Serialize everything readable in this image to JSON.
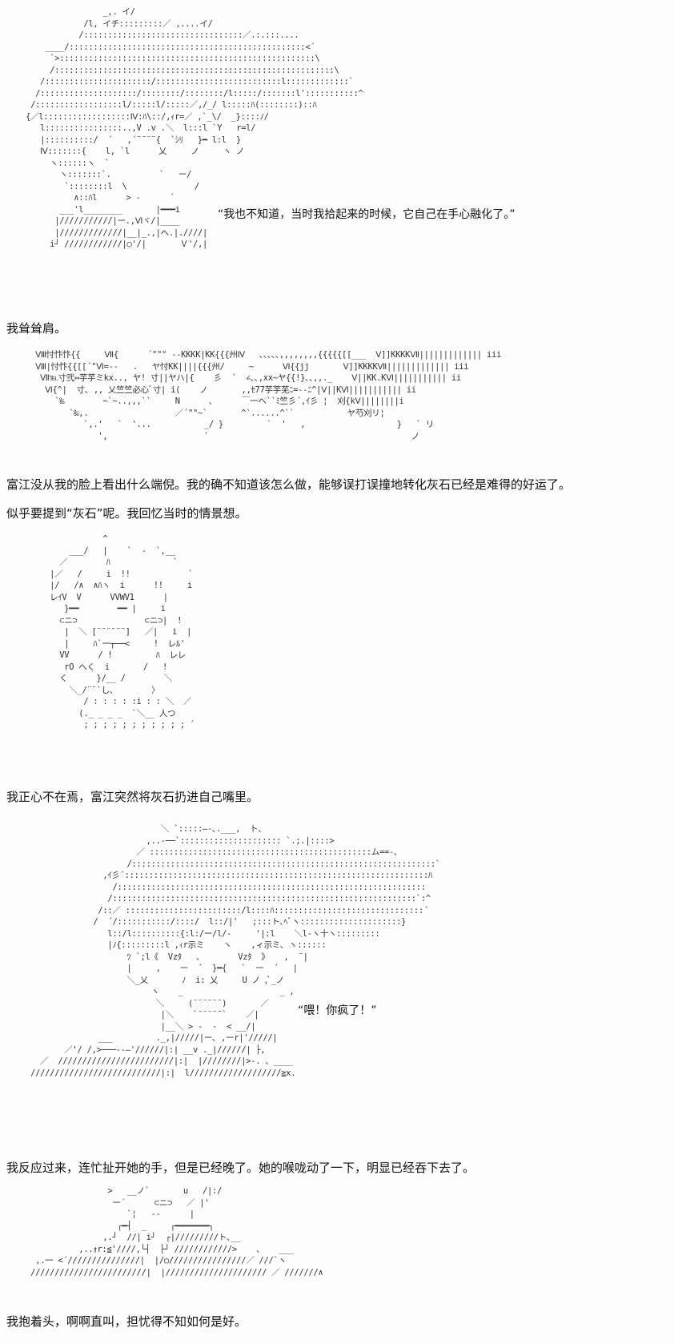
{
  "panels": [
    {
      "art": "                   _,. イ/\n               /l, イチ:::::::::／ ,....イ/\n              /:::::::::::::::::::::::::::::::::／.:.:::....\n       ____/:::::::::::::::::::::::::::::::::::::::::::::::::<´\n        `>:::::::::::::::::::::::::::::::::::::::::::::::::::::\\\n        /::::::::::::::::::::::::::::::::::::::::::::::::::::::::::\\\n      /::::::::::::::::::::::/::::::::::::::::::::::::::l:::::::::::::`\n     /::::::::::::::::::::/::::::::/::::::::/l:::::/:::::::l':::::::::::^\n    /::::::::::::::::::l/:::::l/:::::／,/_/ l:::::ﾊ(::::::::)::ﾊ\n   {／l::::::::::::::::::Ⅳ:ﾊ\\::/,ｨr=／ ,`_\\/  _}::::ﾉ/\n      l::::::::::::::::..,V .v .＼  l:::l `Y   r=l/\n      |::::::::::/  ´   ,´¨¨¨¨{  `ｼﾘ   }━ l:l  }\n      Ⅳ:::::::{    l, `l      乂     ノ     ヽ ノ\n        ヽ::::::ヽ  `\n          ヽ:::::::`.          `   ー/\n           `::::::::l  \\              /\n             ∧::ﾊl      > -      ´\n          ___'l________       |━━━i\n         |///////////|ー.,Ⅵヾ/|____\n         |/////////////|__|_.,|ヘ.|.////|\n        i┘ ////////////|○'/|       Ｖ'/,|",
      "bubble": "“我也不知道，当时我拾起来的时候，它自己在手心融化了。”",
      "lines": [
        "我耸耸肩。"
      ]
    },
    {
      "art": "     Ⅷ忖忭忭{{     Ⅶ{      ´\"\"\" --KKKK|KK{{{州Ⅳ   ､､､､､,,,,,,,,{{{{{[[___  Ⅴ]]KKKKⅦ||||||||||||| iii\n     Ⅷ|忖忭{{[[´\"Ⅵ=--   .   ヤ忖KK||||{{{州/     ~      Ⅵ{{jj       Ⅴ]]KKKKⅦ||||||||||||| iii\n      Ⅶ℡寸弐⇔芋芋ミkx.., ヤ! 寸||ヤハ|{    彡  ´  ∠､､,xx~ヤ{{!}､､,,._    Ⅴ||KK.KⅥ||||||||||| ii\n       Ⅵ{^|  寸､ ,, 乂竺竺必心ﾞ寸| i(    ノ       ,,ｾ77芋芋芜ﾆ=--ﾆ^|Ⅴ||KⅥ||||||||||| ii\n         `‰        ~`~..,,,``     N      ､      ￣一ヘ``ﾐ竺彡´,ｲ彡 ¦  刈{kⅤ||||||||i\n            `‰,.                  ／´\"\"~`       ^`......^``           ヤ芍刈リ¦\n               `,.'   `  '...           _/ }         `  '   ,                   }   ` リ\n                  ',                    `                                          ノ",
      "lines": [
        "富江没从我的脸上看出什么端倪。我的确不知道该怎么做，能够误打误撞地转化灰石已经是难得的好运了。",
        "似乎要提到“灰石”呢。我回忆当时的情景想。"
      ]
    },
    {
      "art": "                   ^\n            ___/   |    `  -  `,__\n          ／        ﾊ             `\n        |／   /     i  !!            `\n        |/   /∧  ∧ﾊヽ  i      !!     i\n        レｲV  V      VVWV1      |\n           }━━        ━━ |     i\n          ⊂ニ⊃              ⊂ニ⊃|  !\n           |  ＼ [¨¨¨¨¨¨]   ／|   i  |\n           |     ﾊ`ー┬──<     !  レﾙ'\n          VV      / !         ﾊ  レレ\n           rO へく  i       /   !\n          く      }/__ /        ＼\n            ＼_/¨¨`し、       〉\n               / : : : : :i : : ＼  ／\n              (._ _ _ _  `＼__ 人つ\n               ; ; ; ; ; ; ; ; ; ; ; ´",
      "lines": [
        "我正心不在焉，富江突然将灰石扔进自己嘴里。"
      ]
    },
    {
      "art": "                               ＼ `:::::―-､.___,  ト､\n                            ,..-──`::::::::::::::::::::: `.;.|::::>\n                          ／ ::::::::::::::::::::::::::::::::::::::::::::::ム==-､\n                        /:::::::::::::::::::::::::::::::::::::::::::::::::::::::::::::::`\n                   ,ｲ彡´:::::::::::::::::::::::::::::::::::::::::::::::::::::::::::::::ﾊ\n                     /::::::::::::::::::::::::::::::::::::::::::::::::::::::::::::::::\n                    /:::::::::::::::::::::::::::::::::::::::::::::::::::::::::::::::`:^\n                  /::／ ::::::::::::::::::::::::/l::::ﾊ:::::::::::::::::::::::::::::::´\n                 /  ´/:::::::::::/::::/  l::/|'   ;:::ト､ﾍﾞヽ:::::::::::::::::::::}\n                    l::/l::::::::::{:l:/ー/l/-     '|:l    ＼l-ヽ十ヽ:::::::::\n                    |ﾉ{:::::::::l ,ｨr示ミ    ヽ    ,ィ示ミ､ ヽ::::::\n                        ﾂ `;l《  Vzﾀ   、       Vzﾀ  》   ,  ¨|\n                        |     ,    ー  ´  }━{   `  ー  ´   |\n                        ＼_乂       ﾉ  i: 乂     U ノ ,ﾞ_ノ\n                             ヽ    _                    _ ,\n                              ＼     (¨¨¨¨¨¨)       ／\n                               |＼    `¨¨¨¨¨`    ／|\n                               |__＼ > -  -  < __/|\n                  ___         ._,|/////|ー､ ,ーr|'/////|\n           ／'/ /,>───--―'//////|:| __v ._|//////| ├,\n      ／  ////////////////////////|:|  |////////|>-. 、____\n    ///////////////////////////|:|  l///////////////////≧x.",
      "bubble": "“喂！你疯了！”",
      "lines": [
        "我反应过来，连忙扯开她的手，但是已经晚了。她的喉咙动了一下，明显已经吞下去了。"
      ]
    },
    {
      "art": "                    >   __ノ`       u   /|:/\n                     ー´      ⊂ニ⊃   ／ |'\n                        `¦   --      |\n                      ┌━┤  _     ┌━━━━━━━┐\n                   ,.┘  //| i┘  ┌|/////////ト､__\n              ,..ｫr:≦'////,└┤  ├┘ ////////////>    、   ___\n     ,.一 <´///////////////|  |/○////////////////／ ///`ヽ\n    ////////////////////////|  |///////////////////// ／ ///////∧",
      "lines": [
        "我抱着头，啊啊直叫，担忧得不知如何是好。"
      ]
    }
  ]
}
